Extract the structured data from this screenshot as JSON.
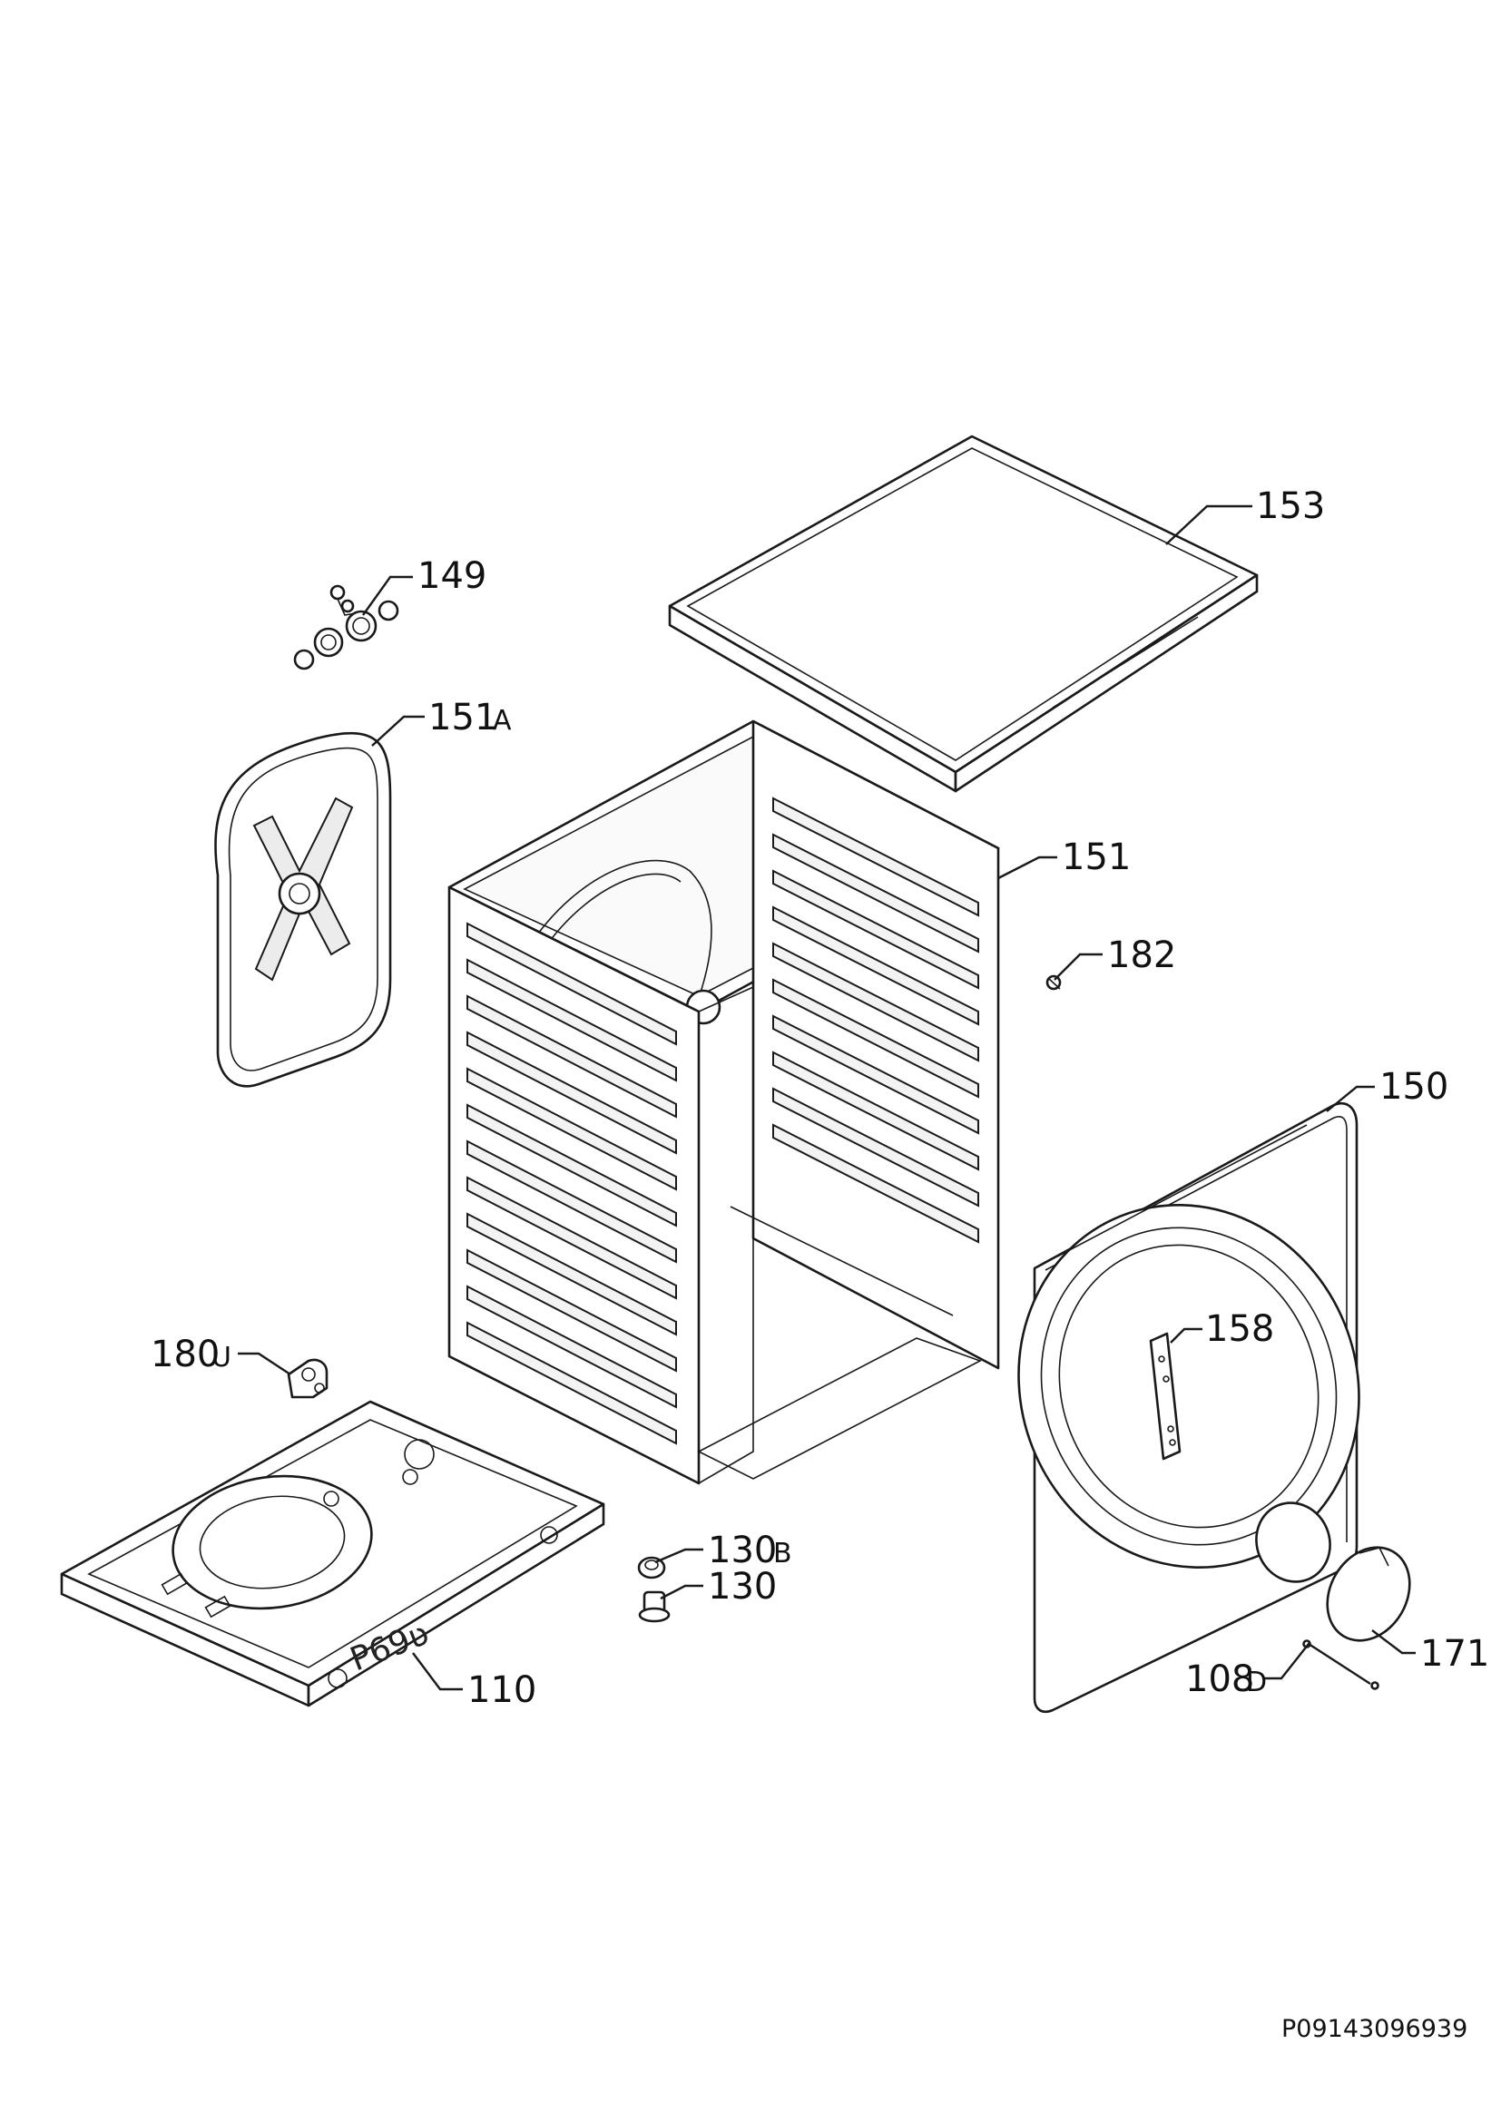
{
  "callouts": {
    "c153": "153",
    "c149": "149",
    "c151A_num": "151",
    "c151A_suffix": "A",
    "c151": "151",
    "c182": "182",
    "c150": "150",
    "c158": "158",
    "c180U_num": "180",
    "c180U_suffix": "U",
    "c130B_num": "130",
    "c130B_suffix": "B",
    "c130": "130",
    "c110": "110",
    "c171": "171",
    "c108D_num": "108",
    "c108D_suffix": "D"
  },
  "base_stamp": "P69ʋ",
  "document_code": "P09143096939"
}
